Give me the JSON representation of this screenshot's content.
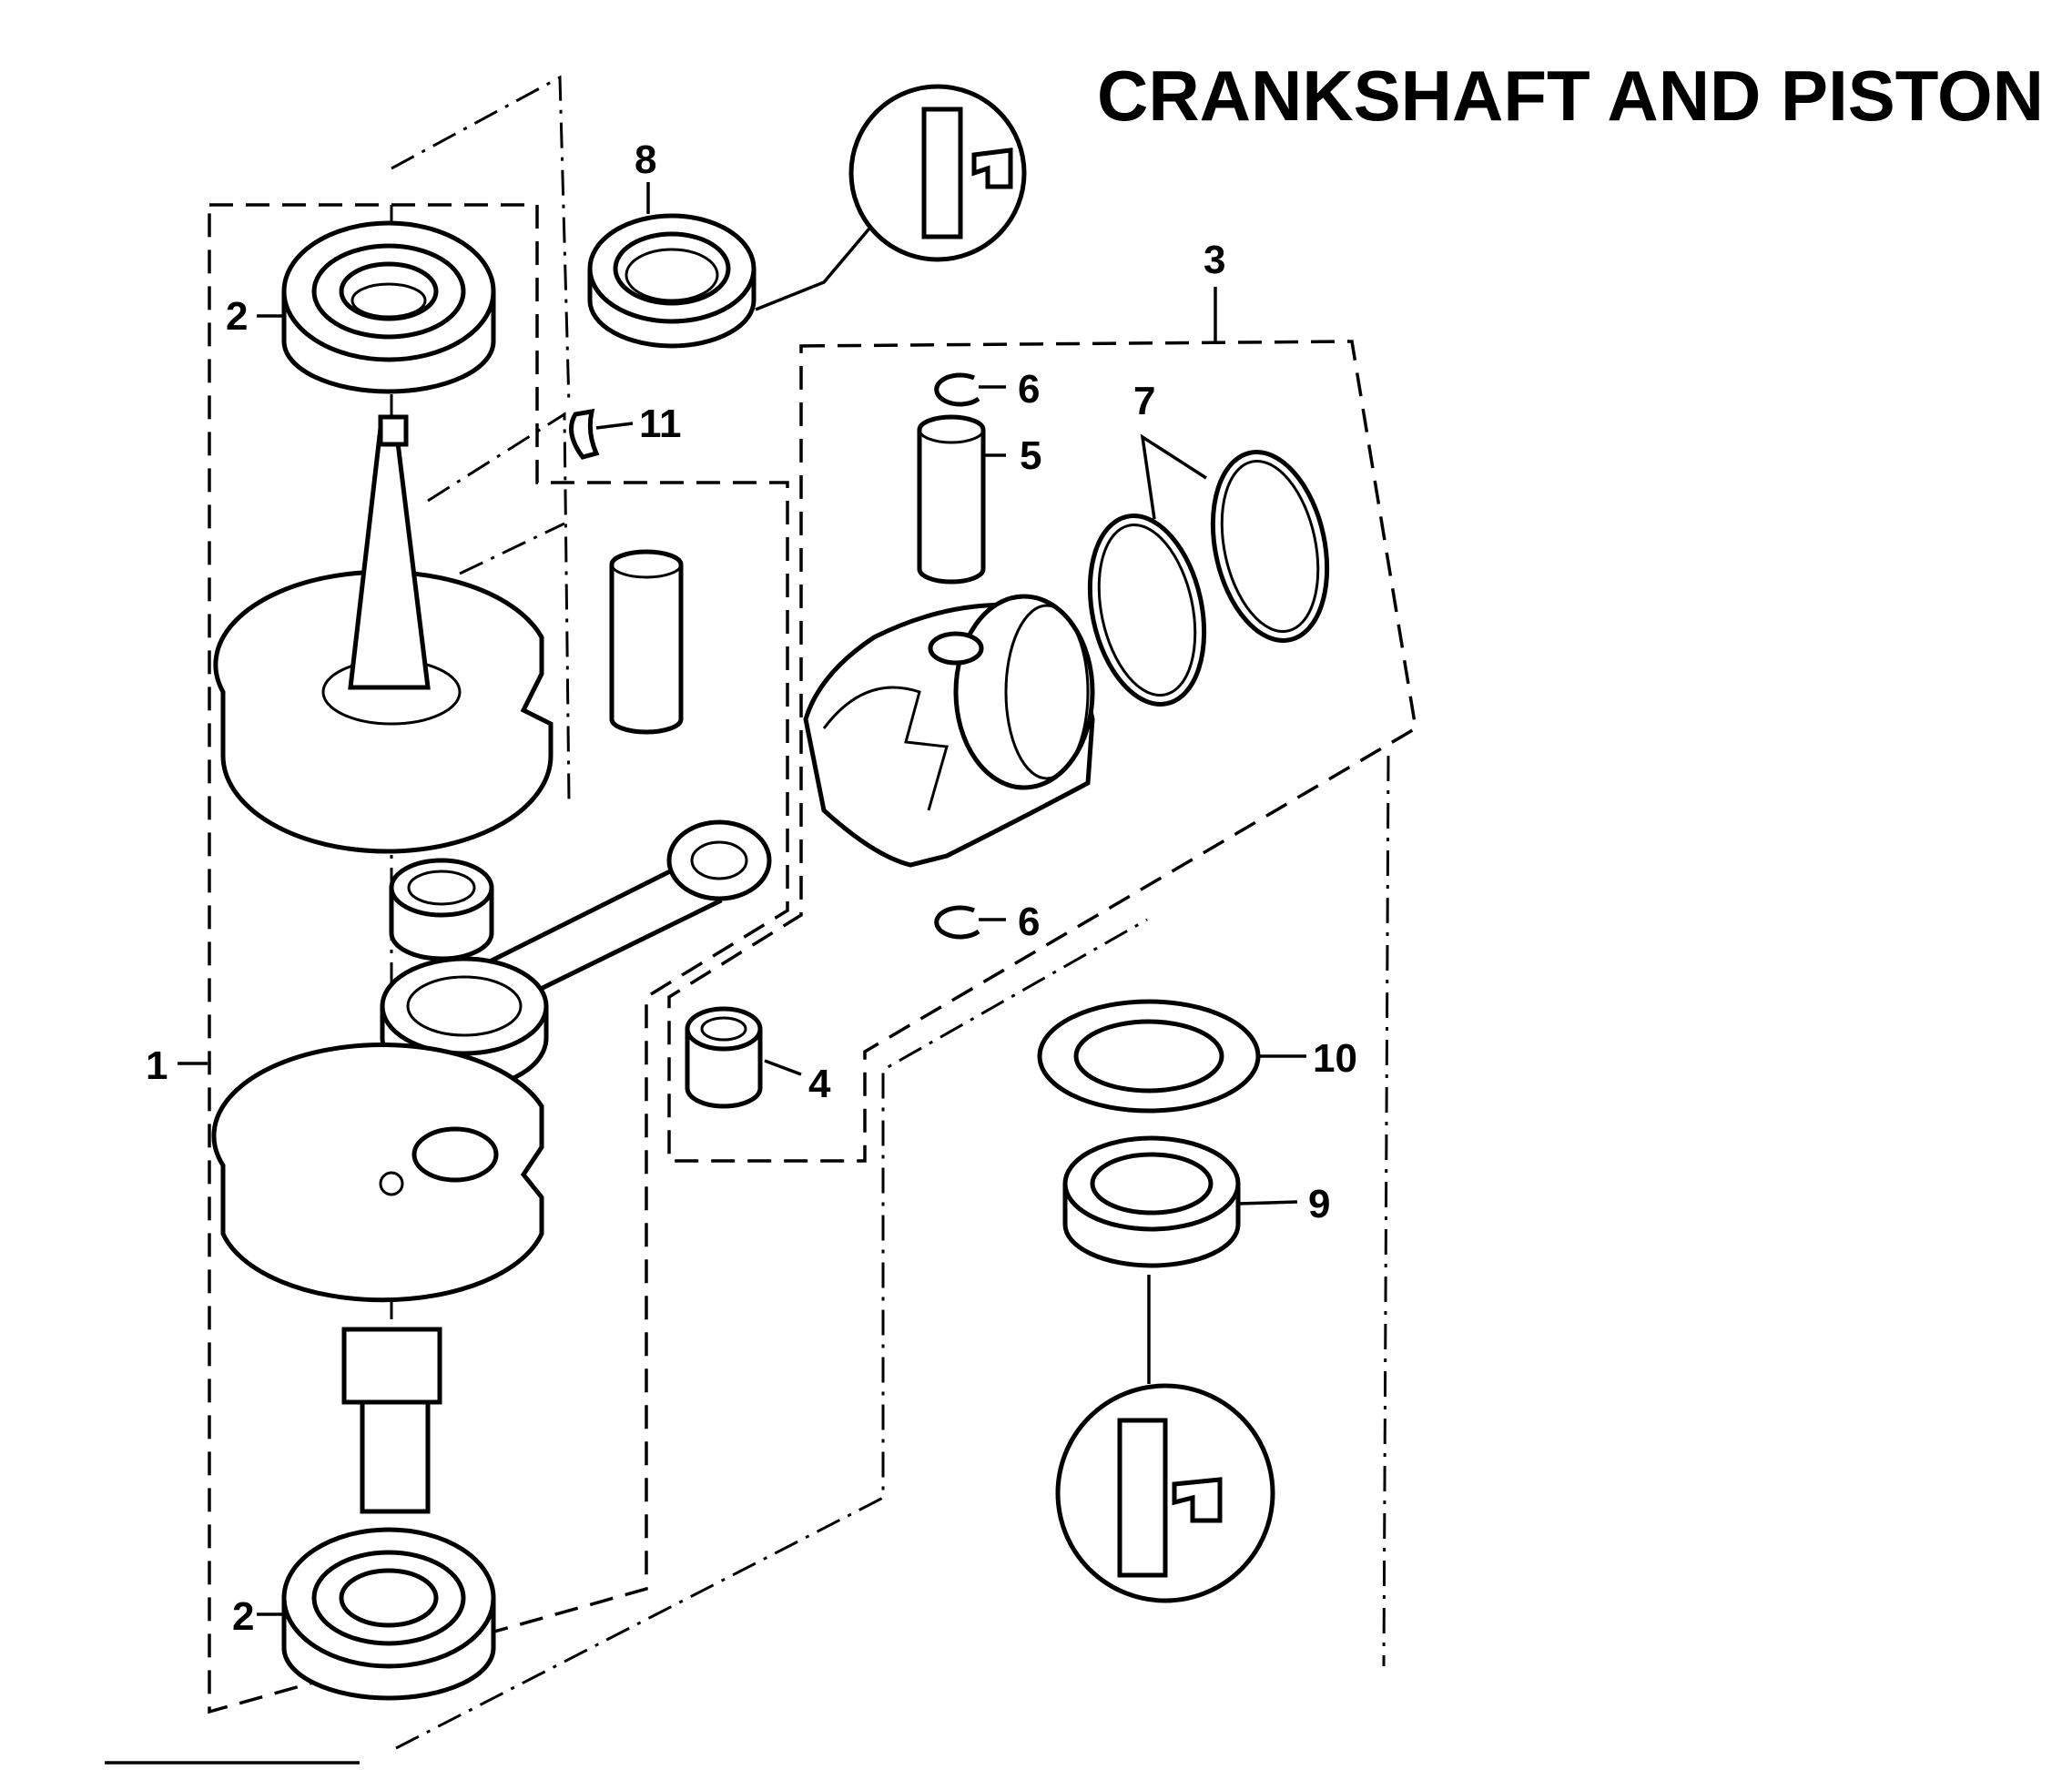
{
  "title": "CRANKSHAFT AND PISTON",
  "callouts": {
    "c1": "1",
    "c2a": "2",
    "c2b": "2",
    "c3": "3",
    "c4": "4",
    "c5": "5",
    "c6a": "6",
    "c6b": "6",
    "c7": "7",
    "c8": "8",
    "c9": "9",
    "c10": "10",
    "c11": "11"
  },
  "icons": {
    "lube_top": "grease-lubricant-icon",
    "lube_bottom": "grease-lubricant-icon"
  },
  "colors": {
    "ink": "#000000",
    "paper": "#ffffff"
  }
}
